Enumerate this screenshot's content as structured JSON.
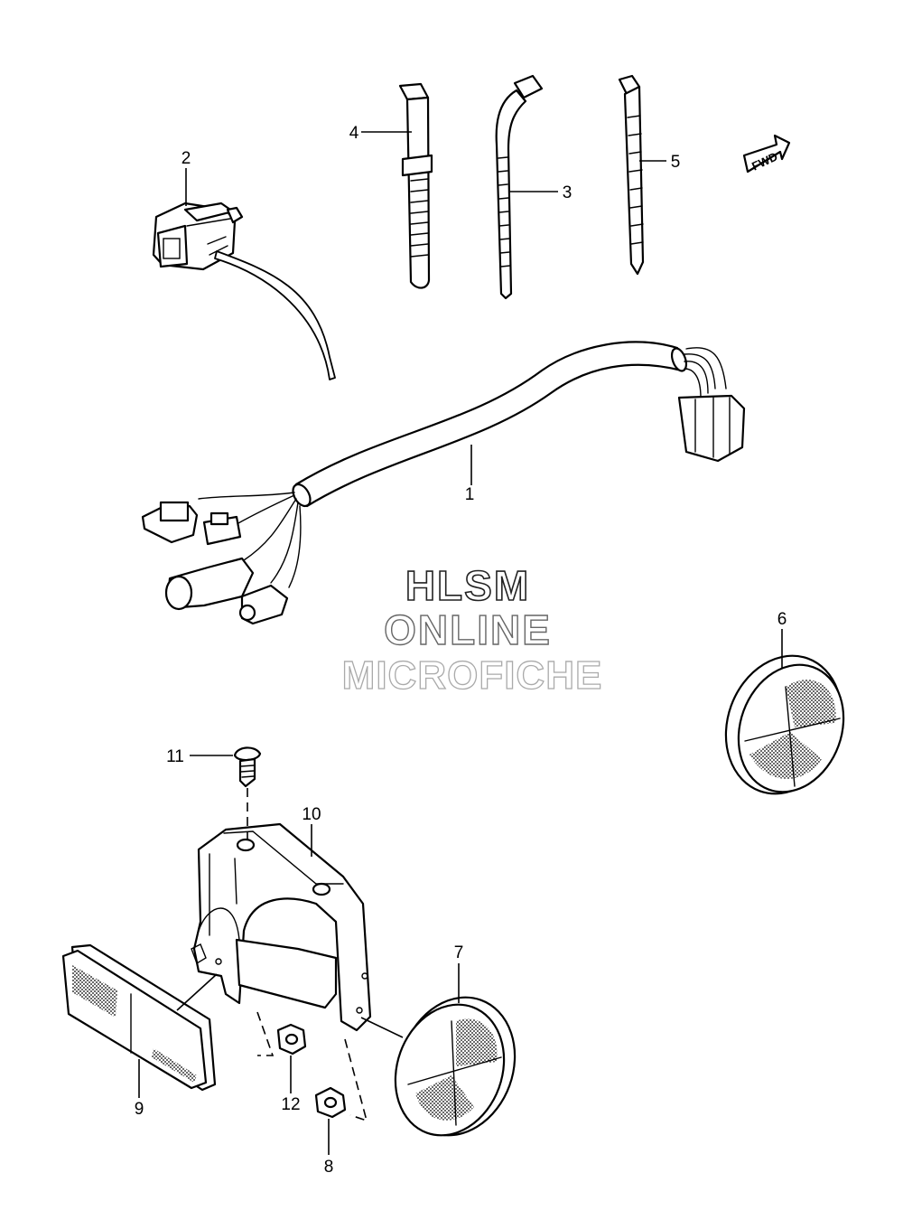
{
  "diagram": {
    "callouts": [
      {
        "id": "c1",
        "number": "1"
      },
      {
        "id": "c2",
        "number": "2"
      },
      {
        "id": "c3",
        "number": "3"
      },
      {
        "id": "c4",
        "number": "4"
      },
      {
        "id": "c5",
        "number": "5"
      },
      {
        "id": "c6",
        "number": "6"
      },
      {
        "id": "c7",
        "number": "7"
      },
      {
        "id": "c8",
        "number": "8"
      },
      {
        "id": "c9",
        "number": "9"
      },
      {
        "id": "c10",
        "number": "10"
      },
      {
        "id": "c11",
        "number": "11"
      },
      {
        "id": "c12",
        "number": "12"
      }
    ],
    "direction_arrow": {
      "label": "FWD"
    },
    "watermark": {
      "line1": "HLSM",
      "line2": "ONLINE",
      "line3": "MICROFICHE"
    }
  }
}
